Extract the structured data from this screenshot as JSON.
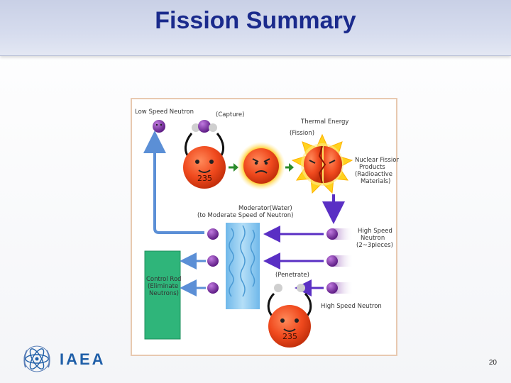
{
  "slide": {
    "title": "Fission Summary",
    "page_number": "20",
    "logo_text": "IAEA"
  },
  "diagram": {
    "labels": {
      "low_speed_neutron": "Low Speed Neutron",
      "capture": "(Capture)",
      "thermal_energy": "Thermal Energy",
      "fission": "(Fission)",
      "fission_products": "Nuclear Fission\nProducts\n(Radioactive\nMaterials)",
      "moderator": "Moderator(Water)\n(to Moderate Speed of Neutron)",
      "high_speed_neutron_emit": "High Speed\nNeutron\n(2~3pieces)",
      "control_rod": "Control Rod\n(Eliminate\nNeutrons)",
      "penetrate": "(Penetrate)",
      "high_speed_neutron": "High Speed Neutron",
      "u235_top": "235",
      "u235_bottom": "235"
    },
    "colors": {
      "nucleus": "#f04a1e",
      "neutron": "#7a2fa5",
      "arrow_blue": "#5b8fd6",
      "arrow_purple": "#5a2fc4",
      "arrow_green": "#2a8a2a",
      "control_rod": "#2fb57a",
      "moderator": "#8ec8f0",
      "glow": "#ffd21e"
    }
  }
}
